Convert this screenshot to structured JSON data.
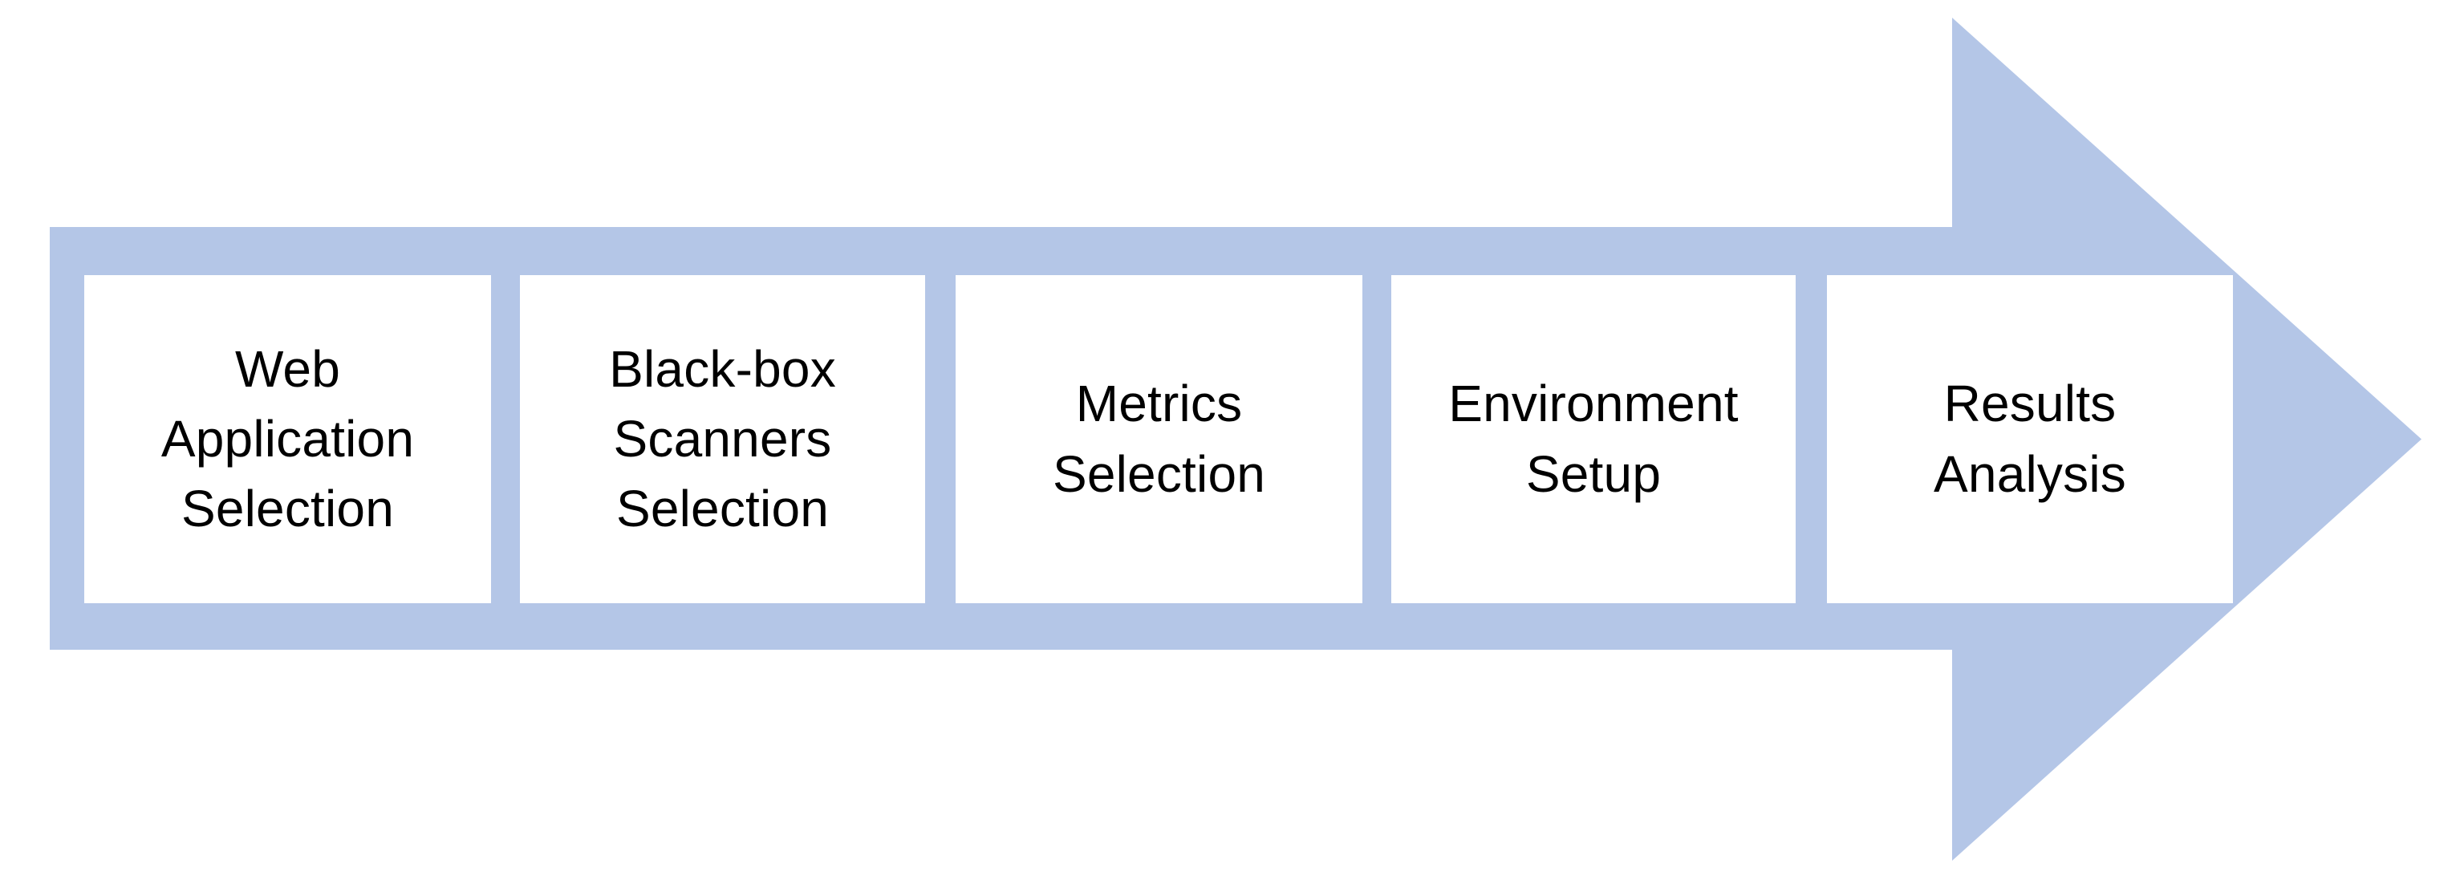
{
  "diagram": {
    "type": "process-arrow",
    "direction": "right",
    "arrow_color": "#b4c6e7",
    "box_background": "#ffffff",
    "text_color": "#000000",
    "steps": [
      {
        "label": "Web\nApplication\nSelection"
      },
      {
        "label": "Black-box\nScanners\nSelection"
      },
      {
        "label": "Metrics\nSelection"
      },
      {
        "label": "Environment\nSetup"
      },
      {
        "label": "Results\nAnalysis"
      }
    ]
  }
}
